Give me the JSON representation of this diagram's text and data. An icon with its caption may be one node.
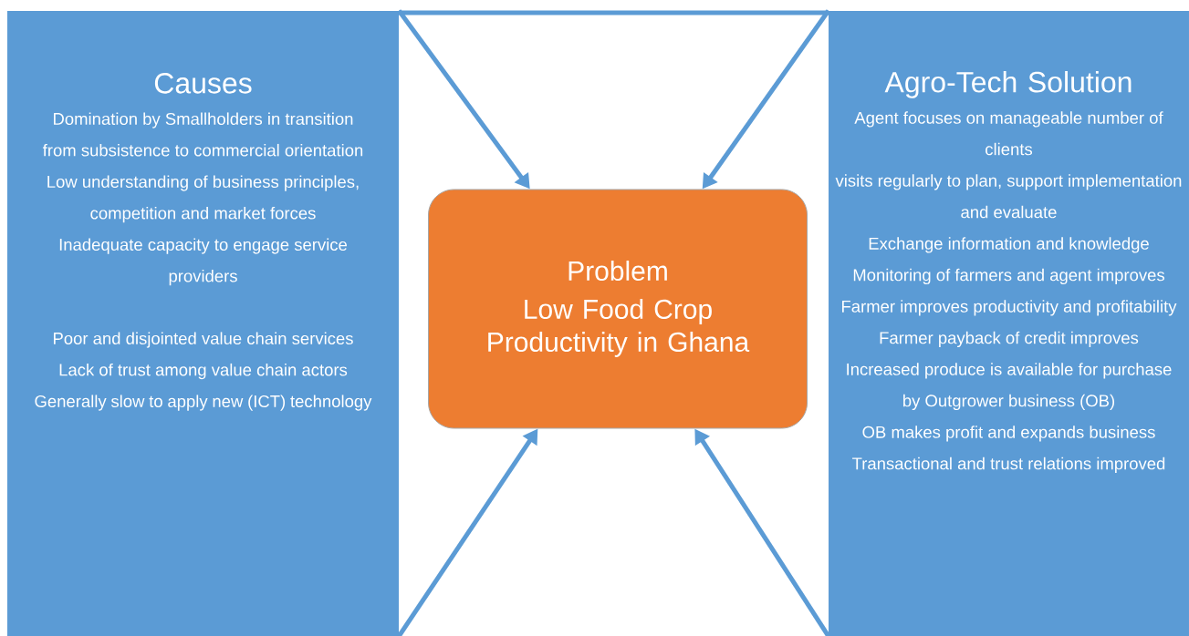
{
  "diagram": {
    "nodes": [
      {
        "text": [
          "Causes",
          "Domination by Smallholders in transition from subsistence to commercial orientation",
          "Low understanding of business principles, competition and market forces",
          "Inadequate capacity to engage service providers",
          "Poor and disjointed value chain services",
          "Lack of trust among value chain actors",
          "Generally slow to apply new (ICT) technology"
        ]
      },
      {
        "text": [
          "Problem",
          "Low Food Crop Productivity in Ghana"
        ]
      },
      {
        "text": [
          "Agro-Tech Solution",
          "Agent focuses on manageable number of clients",
          "visits regularly to plan, support implementation and evaluate",
          "Exchange information and knowledge",
          "Monitoring of farmers and agent improves",
          "Farmer improves productivity and profitability",
          "Farmer payback of credit improves",
          "Increased produce is available for purchase by Outgrower business (OB)",
          "OB makes profit and expands business",
          "Transactional and trust relations improved"
        ]
      }
    ],
    "edges": [
      {
        "from": 0,
        "to": 1,
        "arrow": "to"
      },
      {
        "from": 2,
        "to": 1,
        "arrow": "to"
      },
      {
        "from": 0,
        "to": 1,
        "arrow": "to"
      },
      {
        "from": 2,
        "to": 1,
        "arrow": "to"
      }
    ]
  }
}
